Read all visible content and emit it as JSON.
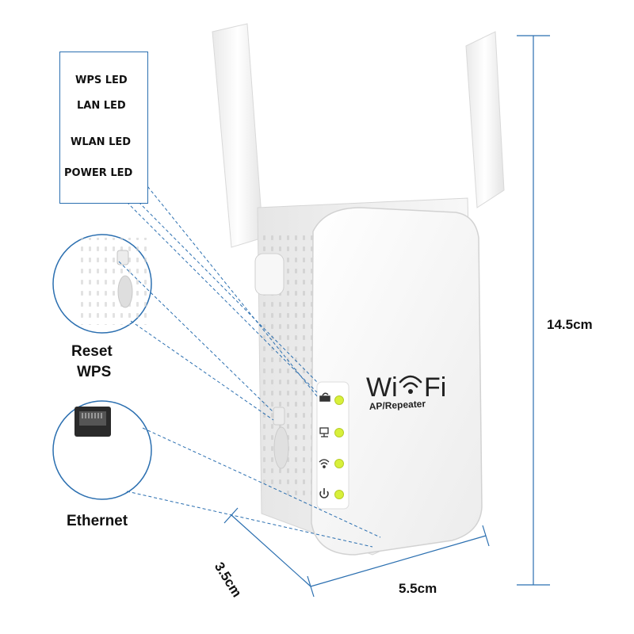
{
  "led_box": {
    "labels": [
      "WPS LED",
      "LAN LED",
      "WLAN LED",
      "POWER LED"
    ]
  },
  "callouts": {
    "reset_wps_line1": "Reset",
    "reset_wps_line2": "WPS",
    "ethernet": "Ethernet"
  },
  "device": {
    "brand": "Wi-Fi",
    "brand_left": "Wi",
    "brand_right": "Fi",
    "model": "AP/Repeater",
    "led_icons": [
      "wps-icon",
      "lan-icon",
      "wifi-icon",
      "power-icon"
    ],
    "led_color": "#d8f03a"
  },
  "dimensions": {
    "height": "14.5cm",
    "width": "5.5cm",
    "depth": "3.5cm"
  },
  "colors": {
    "accent_line": "#2b6fb0",
    "device_body": "#f2f2f2"
  }
}
